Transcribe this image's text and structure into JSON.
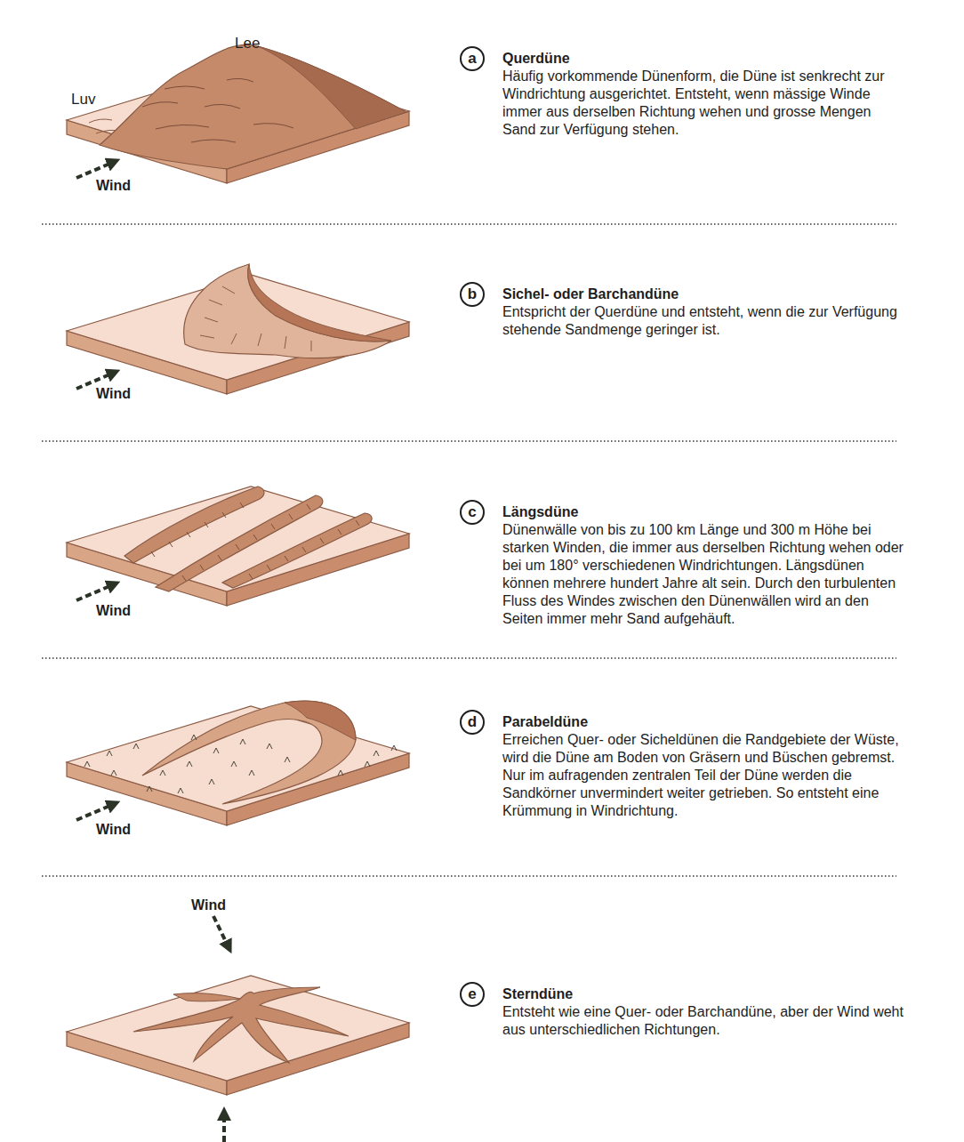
{
  "diagram": {
    "nodes": [
      {
        "text": [
          "a",
          "Querdüne",
          "Häufig vorkommende Dünenform, die Düne ist senkrecht zur Windrichtung ausgerichtet. Entsteht, wenn mässige Winde immer aus derselben Richtung wehen und grosse Mengen Sand zur Verfügung stehen."
        ]
      },
      {
        "text": [
          "b",
          "Sichel- oder Barchandüne",
          "Entspricht der Querdüne und entsteht, wenn die zur Verfügung stehende Sandmenge geringer ist."
        ]
      },
      {
        "text": [
          "c",
          "Längsdüne",
          "Dünenwälle von bis zu 100 km Länge und 300 m Höhe bei starken Winden, die immer aus derselben Richtung wehen oder bei um 180° verschiedenen Windrichtungen. Längsdünen können mehrere hundert Jahre alt sein. Durch den turbulenten Fluss des Windes zwischen den Dünenwällen wird an den Seiten immer mehr Sand aufgehäuft."
        ]
      },
      {
        "text": [
          "d",
          "Parabeldüne",
          "Erreichen Quer- oder Sicheldünen die Randgebiete der Wüste, wird die Düne am Boden von Gräsern und Büschen gebremst. Nur im aufragenden zentralen Teil der Düne werden die Sandkörner unvermindert weiter getrieben. So entsteht eine Krümmung in Windrichtung."
        ]
      },
      {
        "text": [
          "e",
          "Sterndüne",
          "Entsteht wie eine Quer- oder Barchandüne, aber der Wind weht aus unterschiedlichen Richtungen."
        ]
      }
    ],
    "labels": [
      "Lee",
      "Luv",
      "Wind",
      "Wind",
      "Wind",
      "Wind",
      "Wind"
    ]
  }
}
